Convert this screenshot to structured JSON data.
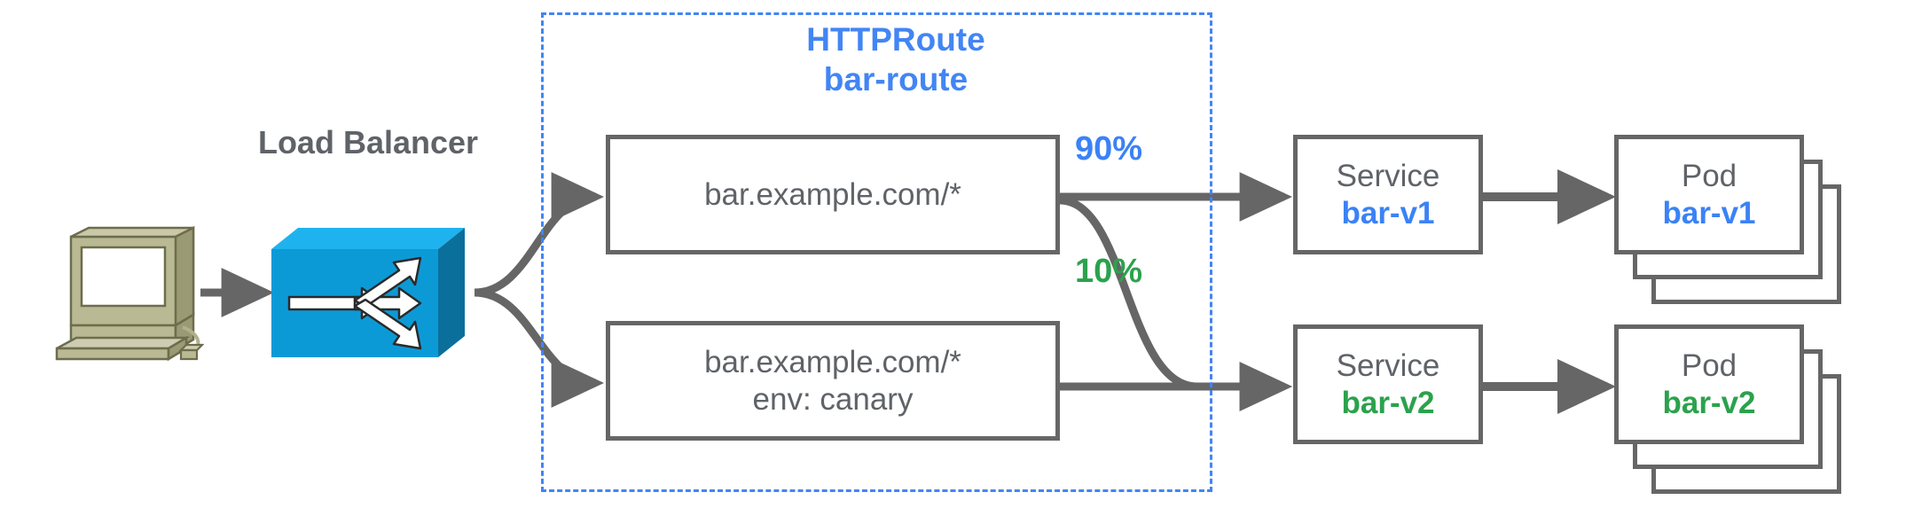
{
  "diagram": {
    "title_group": {
      "kind_label": "HTTPRoute",
      "name_label": "bar-route"
    },
    "load_balancer": {
      "label": "Load Balancer",
      "icon": "load-balancer-switch-icon",
      "color": "#0c9ad7"
    },
    "client": {
      "icon": "workstation-computer-icon",
      "color": "#b5b58a"
    },
    "rules": [
      {
        "id": "rule-primary",
        "lines": [
          "bar.example.com/*"
        ]
      },
      {
        "id": "rule-canary",
        "lines": [
          "bar.example.com/*",
          "env: canary"
        ]
      }
    ],
    "weights": [
      {
        "label": "90%",
        "color": "#3b82f6",
        "target": "bar-v1"
      },
      {
        "label": "10%",
        "color": "#2ba24c",
        "target": "bar-v2"
      }
    ],
    "services": [
      {
        "title": "Service",
        "name": "bar-v1",
        "color": "#3b82f6"
      },
      {
        "title": "Service",
        "name": "bar-v2",
        "color": "#2ba24c"
      }
    ],
    "pods": [
      {
        "title": "Pod",
        "name": "bar-v1",
        "color": "#3b82f6",
        "replicas": 3
      },
      {
        "title": "Pod",
        "name": "bar-v2",
        "color": "#2ba24c",
        "replicas": 3
      }
    ],
    "palette": {
      "stroke": "#666666",
      "text": "#5f6368",
      "accent_blue": "#4285f4",
      "accent_green": "#2ba24c",
      "lb_blue": "#0c9ad7"
    }
  }
}
